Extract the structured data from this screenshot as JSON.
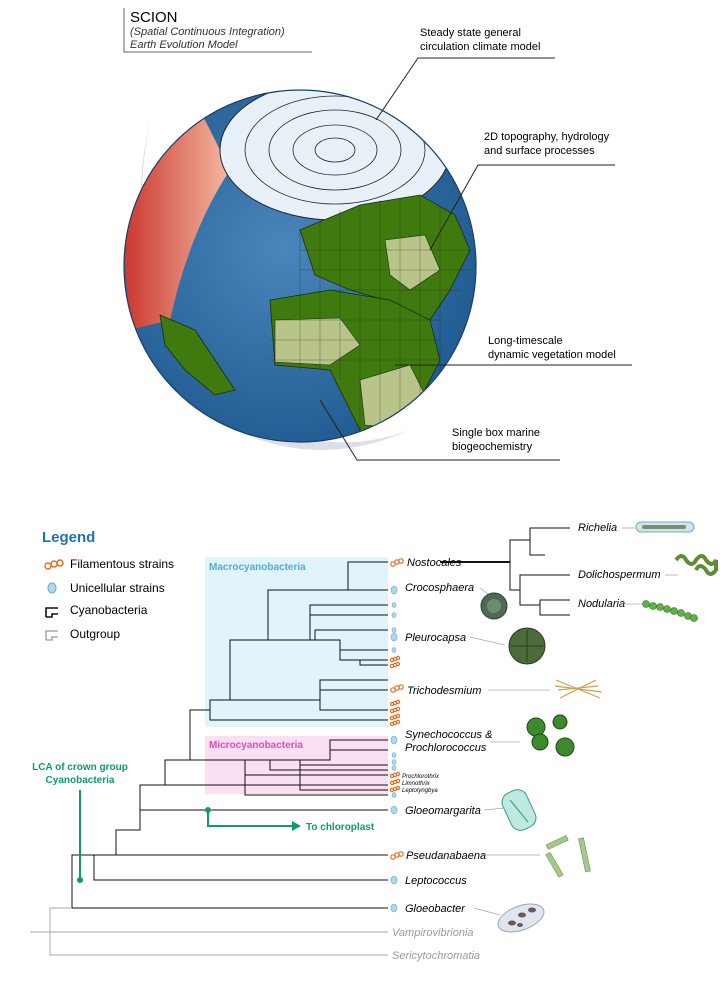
{
  "scion": {
    "title": "SCION",
    "subtitle1": "(Spatial Continuous Integration)",
    "subtitle2": "Earth Evolution Model"
  },
  "globe_labels": {
    "climate1": "Steady state general",
    "climate2": "circulation climate model",
    "topo1": "2D topography, hydrology",
    "topo2": "and surface processes",
    "veg1": "Long-timescale",
    "veg2": "dynamic vegetation model",
    "marine1": "Single box marine",
    "marine2": "biogeochemistry"
  },
  "legend": {
    "title": "Legend",
    "filamentous": "Filamentous strains",
    "unicellular": "Unicellular strains",
    "cyanobacteria": "Cyanobacteria",
    "outgroup": "Outgroup"
  },
  "groups": {
    "macro": "Macrocyanobacteria",
    "micro": "Microcyanobacteria"
  },
  "lca": {
    "line1": "LCA of crown group",
    "line2": "Cyanobacteria"
  },
  "chloroplast": "To chloroplast",
  "taxa": {
    "nostocales": "Nostocales",
    "crocosphaera": "Crocosphaera",
    "pleurocapsa": "Pleurocapsa",
    "trichodesmium": "Trichodesmium",
    "synecho1": "Synechococcus &",
    "synecho2": "Prochlorococcus",
    "prochlorothrix": "Prochlorothrix",
    "limnothrix": "Limnothrix",
    "leptolyngbya": "Leptolyngbya",
    "gloeomargarita": "Gloeomargarita",
    "pseudanabaena": "Pseudanabaena",
    "leptococcus": "Leptococcus",
    "gloeobacter": "Gloeobacter",
    "vampirovibrionia": "Vampirovibrionia",
    "sericytochromatia": "Sericytochromatia",
    "richelia": "Richelia",
    "dolichospermum": "Dolichospermum",
    "nodularia": "Nodularia"
  },
  "colors": {
    "ocean": "#2f6ea5",
    "land_dark": "#3f7a0f",
    "land_light": "#b9c48a",
    "ice": "#dfe9f3",
    "warm": "#d94b3d",
    "macro_bg": "#e2f4fb",
    "micro_bg": "#fbe0f3",
    "macro_text": "#4aaed6",
    "micro_text": "#d64fb6",
    "legend_title": "#1b73b5",
    "lca_green": "#0e9a6e",
    "filament": "#e36c1b",
    "unicell": "#a9d8f0",
    "outgroup": "#aaaaaa"
  }
}
